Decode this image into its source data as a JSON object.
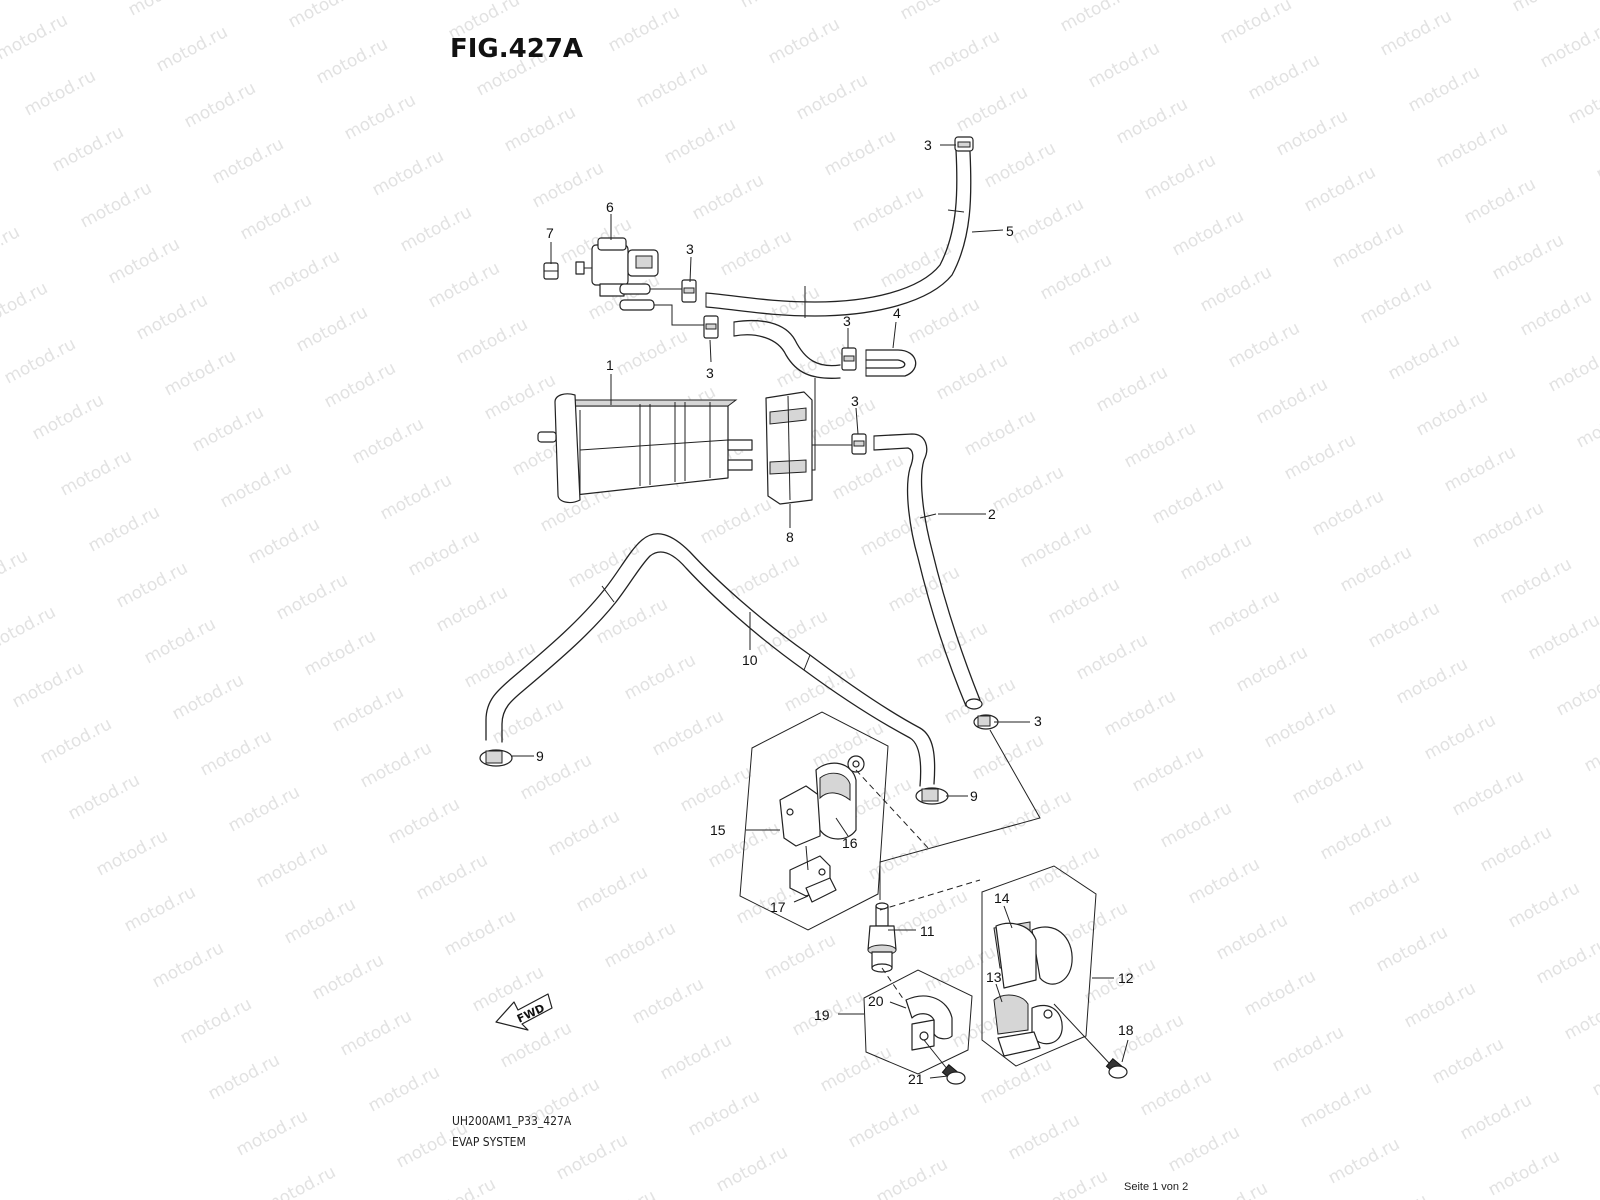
{
  "figure": {
    "title": "FIG.427A",
    "code": "UH200AM1_P33_427A",
    "caption": "EVAP SYSTEM",
    "page_count": "Seite 1 von 2",
    "watermark_text": "motod.ru",
    "fwd_label": "FWD"
  },
  "callouts": [
    {
      "id": "c-3a",
      "label": "3"
    },
    {
      "id": "c-5",
      "label": "5"
    },
    {
      "id": "c-6",
      "label": "6"
    },
    {
      "id": "c-7",
      "label": "7"
    },
    {
      "id": "c-3b",
      "label": "3"
    },
    {
      "id": "c-3c",
      "label": "3"
    },
    {
      "id": "c-3d",
      "label": "3"
    },
    {
      "id": "c-4",
      "label": "4"
    },
    {
      "id": "c-1",
      "label": "1"
    },
    {
      "id": "c-3e",
      "label": "3"
    },
    {
      "id": "c-2",
      "label": "2"
    },
    {
      "id": "c-8",
      "label": "8"
    },
    {
      "id": "c-10",
      "label": "10"
    },
    {
      "id": "c-3f",
      "label": "3"
    },
    {
      "id": "c-9a",
      "label": "9"
    },
    {
      "id": "c-9b",
      "label": "9"
    },
    {
      "id": "c-15",
      "label": "15"
    },
    {
      "id": "c-16",
      "label": "16"
    },
    {
      "id": "c-17",
      "label": "17"
    },
    {
      "id": "c-11",
      "label": "11"
    },
    {
      "id": "c-14",
      "label": "14"
    },
    {
      "id": "c-13",
      "label": "13"
    },
    {
      "id": "c-12",
      "label": "12"
    },
    {
      "id": "c-19",
      "label": "19"
    },
    {
      "id": "c-20",
      "label": "20"
    },
    {
      "id": "c-18",
      "label": "18"
    },
    {
      "id": "c-21",
      "label": "21"
    }
  ]
}
